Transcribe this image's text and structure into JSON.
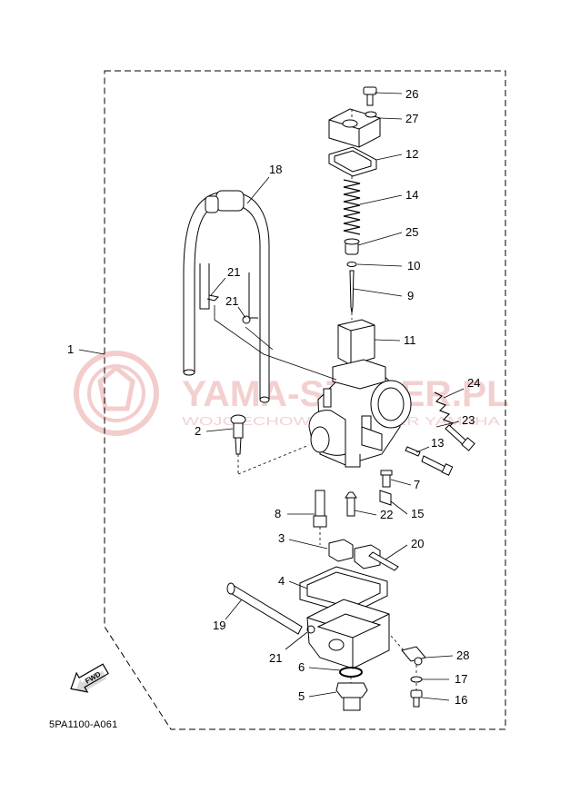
{
  "diagram": {
    "title": "",
    "drawing_code": "5PA1100-A061",
    "direction_label": "FWD",
    "watermark": {
      "brand": "YAMA-SZOPER.PL",
      "line2": "WOJCIECHOWICZ SZOPER YAMAHA"
    },
    "callouts": [
      "1",
      "2",
      "3",
      "4",
      "5",
      "6",
      "7",
      "8",
      "9",
      "10",
      "11",
      "12",
      "13",
      "14",
      "15",
      "16",
      "17",
      "19",
      "18",
      "20",
      "21",
      "21",
      "21",
      "22",
      "23",
      "24",
      "25",
      "26",
      "27",
      "28"
    ],
    "colors": {
      "line": "#000000",
      "watermark": "#f2c4c4",
      "background": "#ffffff"
    }
  }
}
